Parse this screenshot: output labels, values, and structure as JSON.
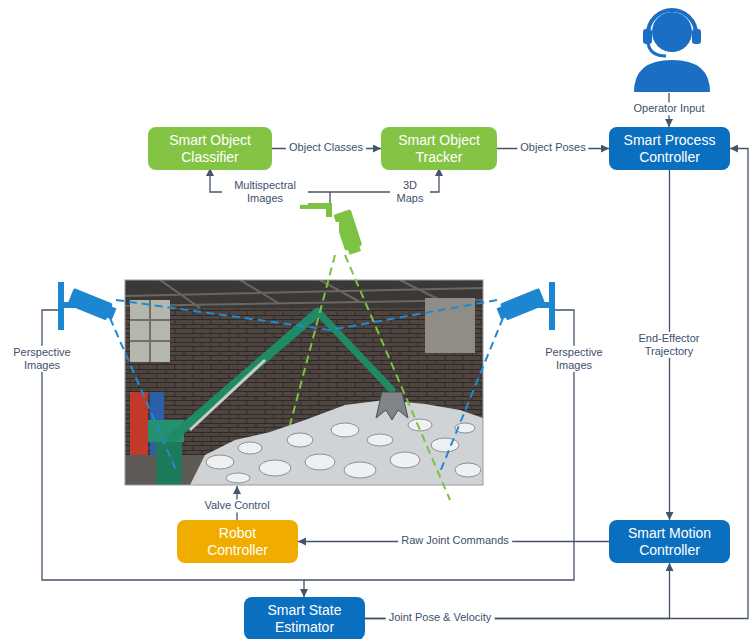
{
  "diagram": {
    "nodes": [
      {
        "text": [
          "Smart Object Classifier"
        ]
      },
      {
        "text": [
          "Smart Object Tracker"
        ]
      },
      {
        "text": [
          "Smart Process Controller"
        ]
      },
      {
        "text": [
          "Robot Controller"
        ]
      },
      {
        "text": [
          "Smart Motion Controller"
        ]
      },
      {
        "text": [
          "Smart State Estimator"
        ]
      }
    ],
    "edges": [
      {
        "from": 0,
        "to": 1,
        "arrow": "to",
        "label": "Object Classes"
      },
      {
        "from": 1,
        "to": 2,
        "arrow": "to",
        "label": "Object Poses"
      },
      {
        "from": 2,
        "to": 4,
        "arrow": "to",
        "label": "End-Effector Trajectory"
      },
      {
        "from": 4,
        "to": 3,
        "arrow": "to",
        "label": "Raw Joint Commands"
      },
      {
        "from": 5,
        "to": 4,
        "arrow": "to",
        "label": "Joint Pose & Velocity"
      },
      {
        "from": 5,
        "to": 2,
        "arrow": "to"
      }
    ],
    "labels": [
      "Operator Input",
      "Multispectral Images",
      "3D Maps",
      "Perspective Images",
      "Perspective Images",
      "Valve Control"
    ]
  }
}
